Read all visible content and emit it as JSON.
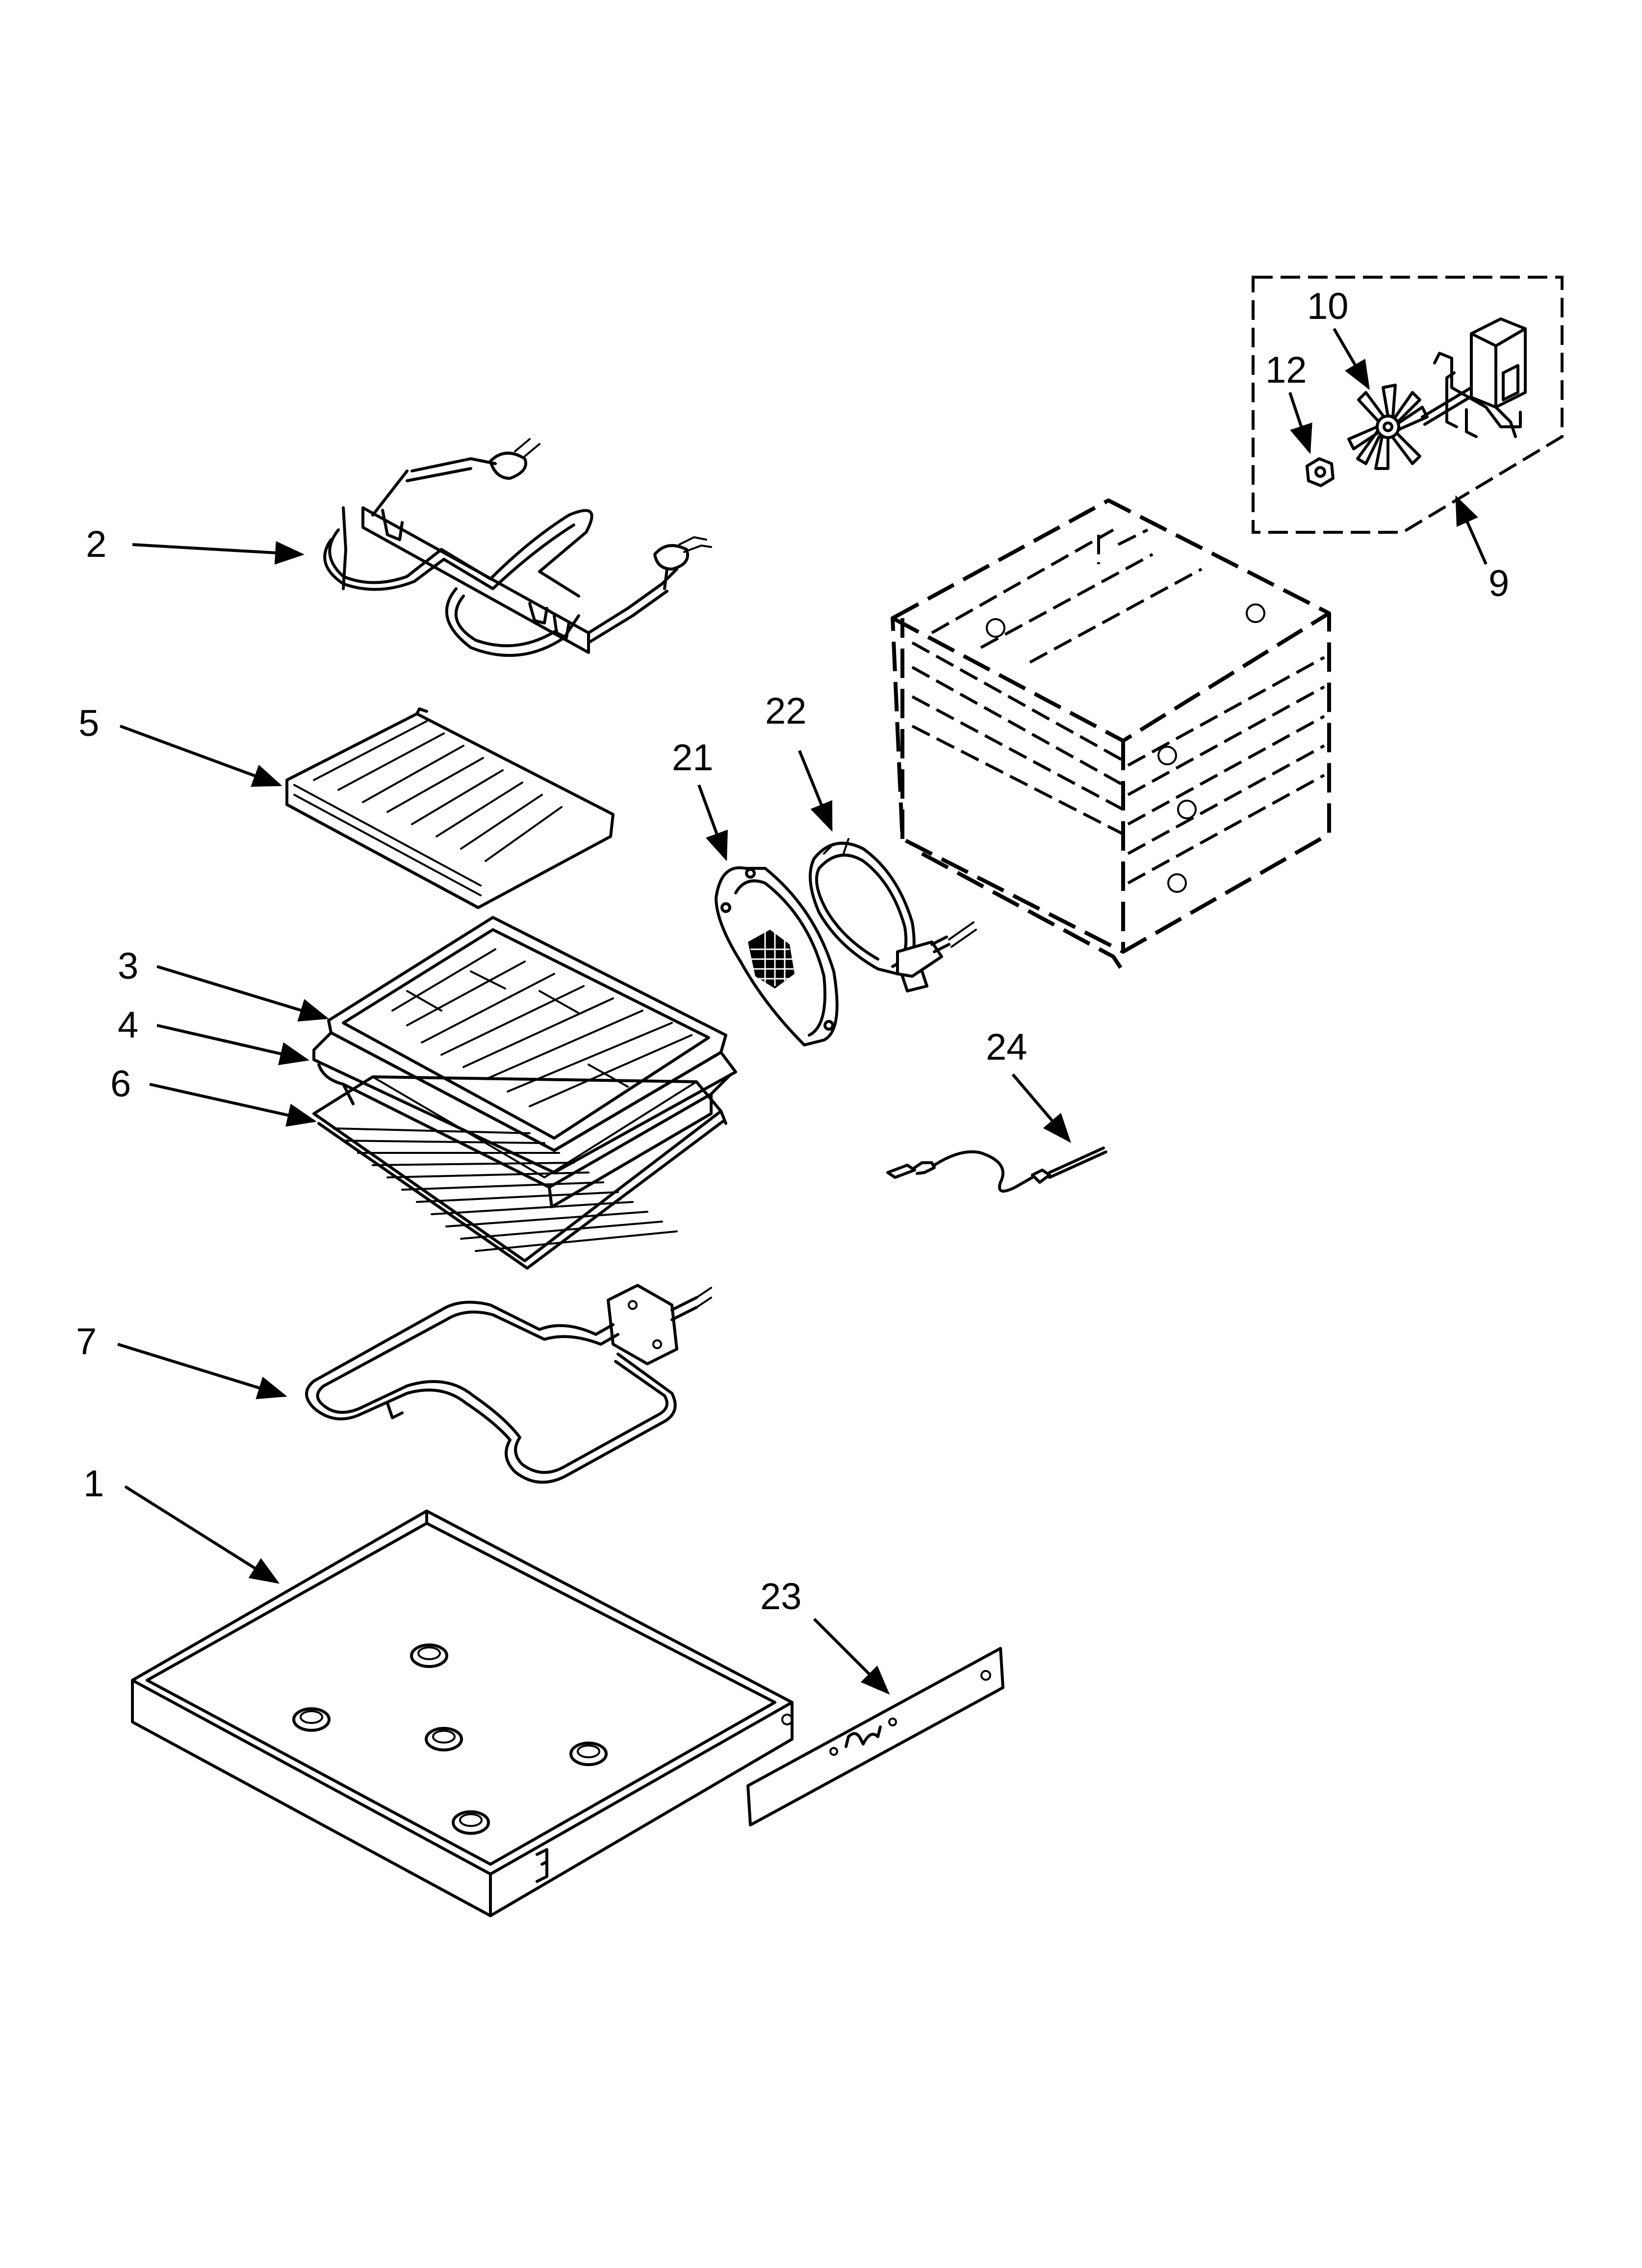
{
  "callouts": {
    "c1": "1",
    "c2": "2",
    "c3": "3",
    "c4": "4",
    "c5": "5",
    "c6": "6",
    "c7": "7",
    "c9": "9",
    "c10": "10",
    "c12": "12",
    "c21": "21",
    "c22": "22",
    "c23": "23",
    "c24": "24"
  }
}
